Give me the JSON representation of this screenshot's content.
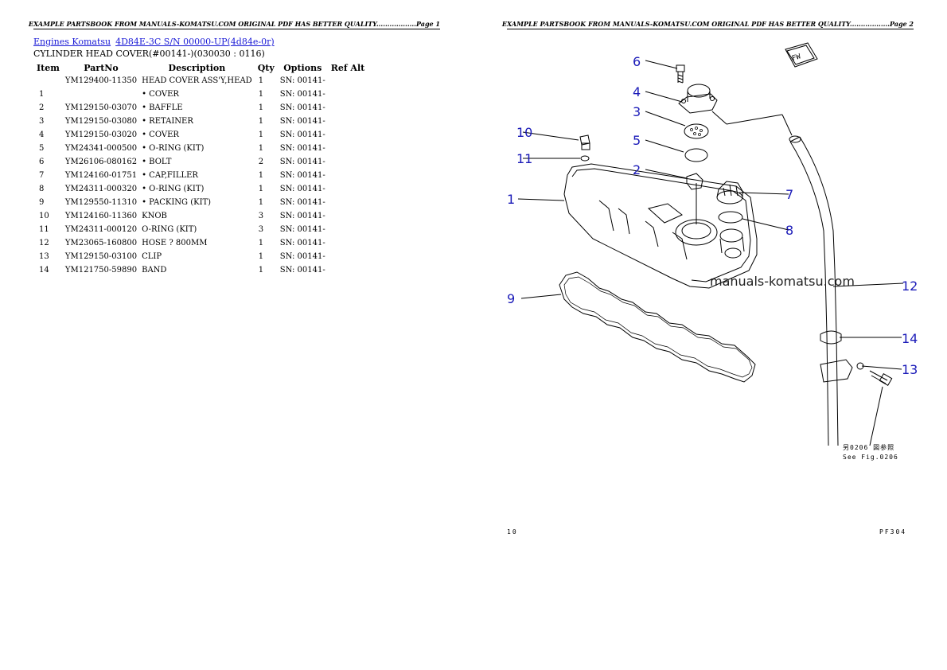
{
  "header": {
    "page1": "EXAMPLE PARTSBOOK FROM MANUALS-KOMATSU.COM ORIGINAL PDF HAS BETTER QUALITY..................Page 1",
    "page2": "EXAMPLE PARTSBOOK FROM MANUALS-KOMATSU.COM ORIGINAL PDF HAS BETTER QUALITY..................Page 2"
  },
  "breadcrumbs": {
    "link1": "Engines Komatsu",
    "link2": "4D84E-3C S/N 00000-UP(4d84e-0r)"
  },
  "subtitle": "CYLINDER HEAD COVER(#00141-)(030030 : 0116)",
  "table": {
    "columns": [
      "Item",
      "PartNo",
      "Description",
      "Qty",
      "Options",
      "Ref Alt"
    ],
    "rows": [
      {
        "item": "",
        "partno": "YM129400-11350",
        "desc": "HEAD COVER ASS'Y,HEAD",
        "qty": "1",
        "options": "SN: 00141-"
      },
      {
        "item": "1",
        "partno": "",
        "desc": "• COVER",
        "qty": "1",
        "options": "SN: 00141-"
      },
      {
        "item": "2",
        "partno": "YM129150-03070",
        "desc": "• BAFFLE",
        "qty": "1",
        "options": "SN: 00141-"
      },
      {
        "item": "3",
        "partno": "YM129150-03080",
        "desc": "• RETAINER",
        "qty": "1",
        "options": "SN: 00141-"
      },
      {
        "item": "4",
        "partno": "YM129150-03020",
        "desc": "• COVER",
        "qty": "1",
        "options": "SN: 00141-"
      },
      {
        "item": "5",
        "partno": "YM24341-000500",
        "desc": "• O-RING (KIT)",
        "qty": "1",
        "options": "SN: 00141-"
      },
      {
        "item": "6",
        "partno": "YM26106-080162",
        "desc": "• BOLT",
        "qty": "2",
        "options": "SN: 00141-"
      },
      {
        "item": "7",
        "partno": "YM124160-01751",
        "desc": "• CAP,FILLER",
        "qty": "1",
        "options": "SN: 00141-"
      },
      {
        "item": "8",
        "partno": "YM24311-000320",
        "desc": "• O-RING (KIT)",
        "qty": "1",
        "options": "SN: 00141-"
      },
      {
        "item": "9",
        "partno": "YM129550-11310",
        "desc": "• PACKING (KIT)",
        "qty": "1",
        "options": "SN: 00141-"
      },
      {
        "item": "10",
        "partno": "YM124160-11360",
        "desc": "KNOB",
        "qty": "3",
        "options": "SN: 00141-"
      },
      {
        "item": "11",
        "partno": "YM24311-000120",
        "desc": "O-RING (KIT)",
        "qty": "3",
        "options": "SN: 00141-"
      },
      {
        "item": "12",
        "partno": "YM23065-160800",
        "desc": "HOSE ? 800MM",
        "qty": "1",
        "options": "SN: 00141-"
      },
      {
        "item": "13",
        "partno": "YM129150-03100",
        "desc": "CLIP",
        "qty": "1",
        "options": "SN: 00141-"
      },
      {
        "item": "14",
        "partno": "YM121750-59890",
        "desc": "BAND",
        "qty": "1",
        "options": "SN: 00141-"
      }
    ]
  },
  "diagram": {
    "callouts": [
      "1",
      "2",
      "3",
      "4",
      "5",
      "6",
      "7",
      "8",
      "9",
      "10",
      "11",
      "12",
      "13",
      "14"
    ],
    "watermark": "manuals-komatsu.com",
    "fwd_mark": "FW",
    "see_fig_jp": "另0206 図参照",
    "see_fig_en": "See Fig.0206",
    "footer_left": "10",
    "footer_right": "PF304",
    "line_color": "#000000",
    "label_color": "#1a1ab8"
  }
}
